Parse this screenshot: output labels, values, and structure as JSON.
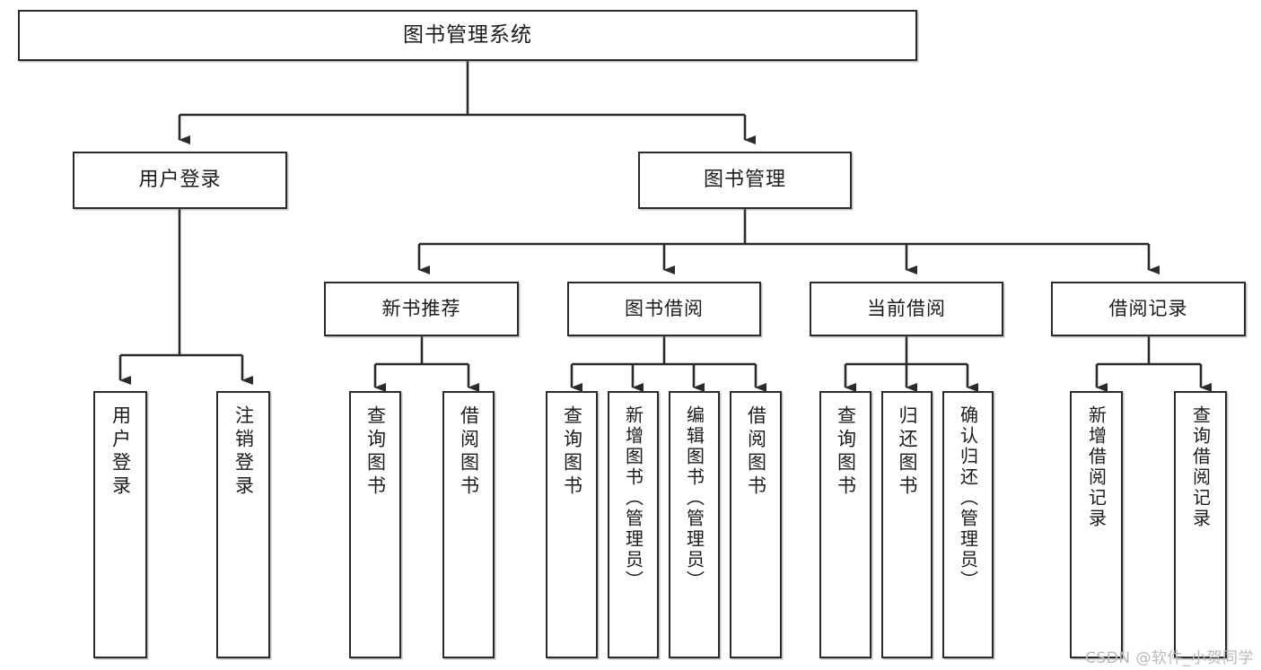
{
  "diagram": {
    "title": "图书管理系统",
    "type": "tree",
    "watermark": "CSDN @软件_小贺同学",
    "colors": {
      "box_border": "#2b2b2b",
      "box_fill": "#ffffff",
      "edge": "#2b2b2b",
      "text": "#1b1b1b",
      "watermark": "#b9b9b9"
    },
    "nodes": {
      "root": {
        "label": "图书管理系统"
      },
      "level1": [
        {
          "id": "user-login",
          "label": "用户登录"
        },
        {
          "id": "book-manage",
          "label": "图书管理"
        }
      ],
      "level2": [
        {
          "id": "new-book-recommend",
          "label": "新书推荐"
        },
        {
          "id": "book-borrow",
          "label": "图书借阅"
        },
        {
          "id": "current-borrow",
          "label": "当前借阅"
        },
        {
          "id": "borrow-record",
          "label": "借阅记录"
        }
      ],
      "leaves": [
        {
          "id": "leaf-user-login",
          "label": "用户登录",
          "parent": "user-login"
        },
        {
          "id": "leaf-logout-login",
          "label": "注销登录",
          "parent": "user-login"
        },
        {
          "id": "leaf-query-book-1",
          "label": "查询图书",
          "parent": "new-book-recommend"
        },
        {
          "id": "leaf-borrow-book-1",
          "label": "借阅图书",
          "parent": "new-book-recommend"
        },
        {
          "id": "leaf-query-book-2",
          "label": "查询图书",
          "parent": "book-borrow"
        },
        {
          "id": "leaf-add-book",
          "label": "新增图书（管理员）",
          "parent": "book-borrow"
        },
        {
          "id": "leaf-edit-book",
          "label": "编辑图书（管理员）",
          "parent": "book-borrow"
        },
        {
          "id": "leaf-borrow-book-2",
          "label": "借阅图书",
          "parent": "book-borrow"
        },
        {
          "id": "leaf-query-book-3",
          "label": "查询图书",
          "parent": "current-borrow"
        },
        {
          "id": "leaf-return-book",
          "label": "归还图书",
          "parent": "current-borrow"
        },
        {
          "id": "leaf-confirm-return",
          "label": "确认归还（管理员）",
          "parent": "current-borrow"
        },
        {
          "id": "leaf-add-borrow-record",
          "label": "新增借阅记录",
          "parent": "borrow-record"
        },
        {
          "id": "leaf-query-borrow-record",
          "label": "查询借阅记录",
          "parent": "borrow-record"
        }
      ]
    }
  }
}
